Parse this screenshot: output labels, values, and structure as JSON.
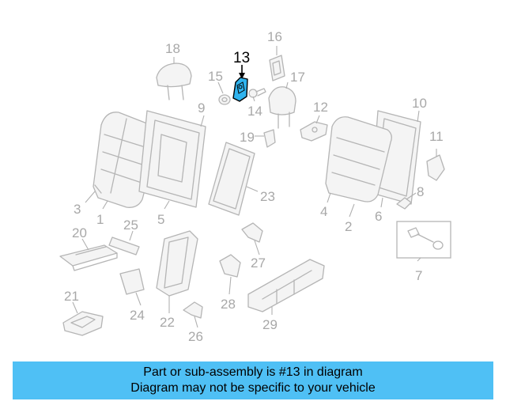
{
  "diagram": {
    "callouts": [
      {
        "id": "c18",
        "text": "18"
      },
      {
        "id": "c13",
        "text": "13"
      },
      {
        "id": "c16",
        "text": "16"
      },
      {
        "id": "c15",
        "text": "15"
      },
      {
        "id": "c17",
        "text": "17"
      },
      {
        "id": "c14",
        "text": "14"
      },
      {
        "id": "c12",
        "text": "12"
      },
      {
        "id": "c10",
        "text": "10"
      },
      {
        "id": "c9",
        "text": "9"
      },
      {
        "id": "c19",
        "text": "19"
      },
      {
        "id": "c11",
        "text": "11"
      },
      {
        "id": "c8",
        "text": "8"
      },
      {
        "id": "c3",
        "text": "3"
      },
      {
        "id": "c1",
        "text": "1"
      },
      {
        "id": "c5",
        "text": "5"
      },
      {
        "id": "c23",
        "text": "23"
      },
      {
        "id": "c4",
        "text": "4"
      },
      {
        "id": "c6",
        "text": "6"
      },
      {
        "id": "c2",
        "text": "2"
      },
      {
        "id": "c20",
        "text": "20"
      },
      {
        "id": "c25",
        "text": "25"
      },
      {
        "id": "c7",
        "text": "7"
      },
      {
        "id": "c27",
        "text": "27"
      },
      {
        "id": "c28",
        "text": "28"
      },
      {
        "id": "c24",
        "text": "24"
      },
      {
        "id": "c22",
        "text": "22"
      },
      {
        "id": "c21",
        "text": "21"
      },
      {
        "id": "c26",
        "text": "26"
      },
      {
        "id": "c29",
        "text": "29"
      }
    ],
    "highlighted_part": "13",
    "colors": {
      "highlight_fill": "#2fb3ee",
      "part_stroke": "#b5b5b5",
      "label": "#a8a8a8",
      "banner": "#4fc0f5"
    }
  },
  "banner": {
    "line1": "Part or sub-assembly is #13 in diagram",
    "line2": "Diagram may not be specific to your vehicle"
  }
}
